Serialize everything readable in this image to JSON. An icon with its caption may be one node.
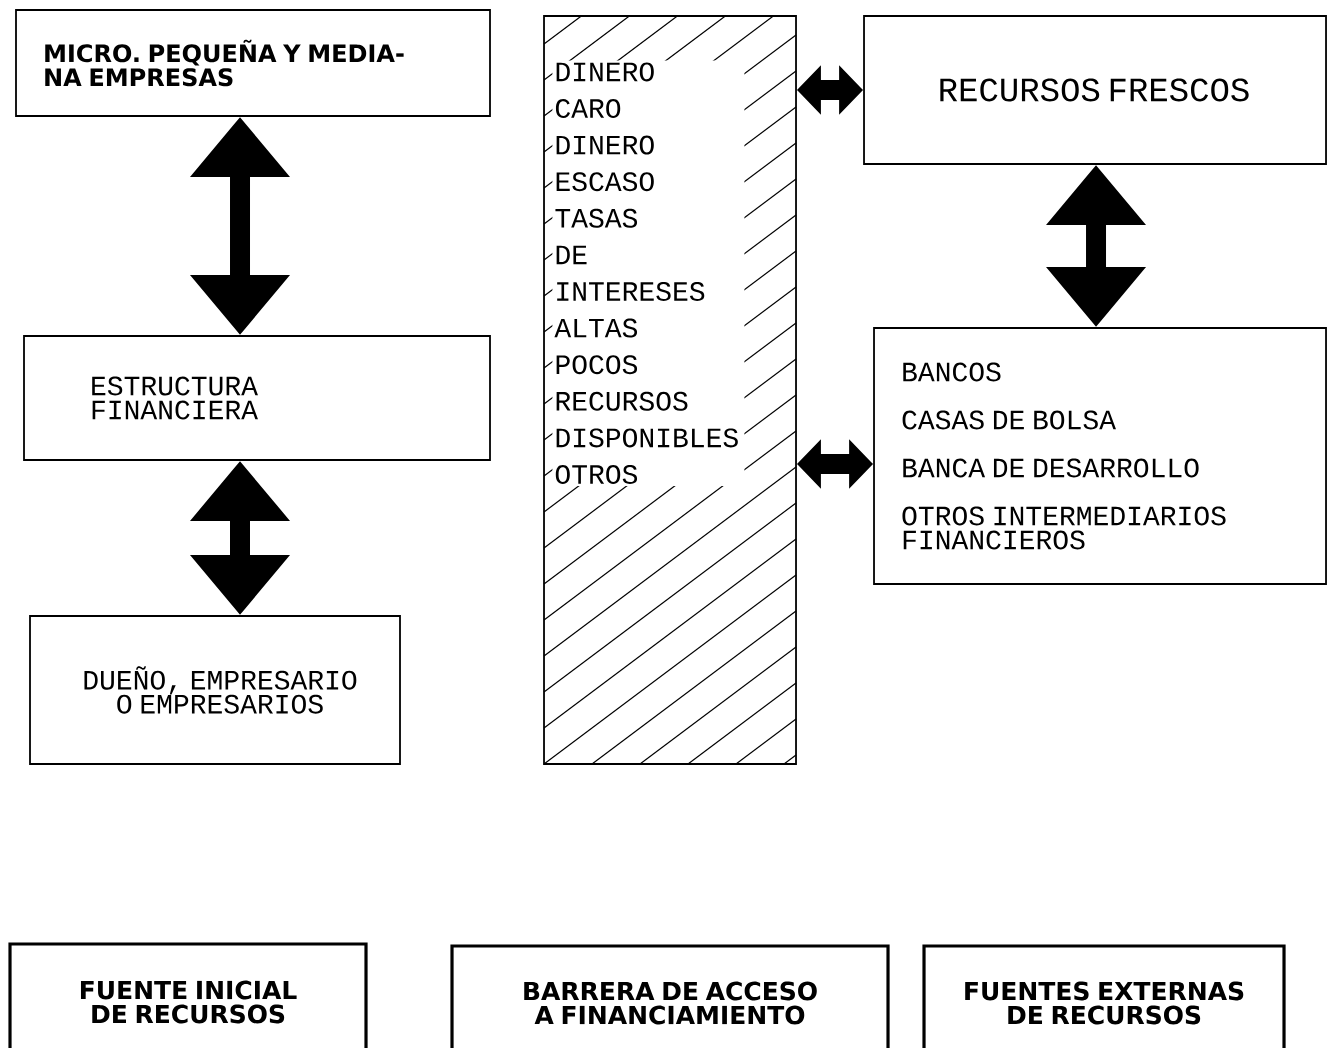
{
  "diagram": {
    "nodes": [
      {
        "text": [
          "MICRO. PEQUEÑA Y MEDIA- NA EMPRESAS"
        ]
      },
      {
        "text": [
          "ESTRUCTURA FINANCIERA"
        ]
      },
      {
        "text": [
          "DUEÑO, EMPRESARIO O EMPRESARIOS"
        ]
      },
      {
        "text": [
          "DINERO CARO DINERO ESCASO TASAS DE INTERESES ALTAS POCOS RECURSOS DISPONIBLES OTROS"
        ]
      },
      {
        "text": [
          "RECURSOS FRESCOS"
        ]
      },
      {
        "text": [
          "BANCOS",
          "CASAS DE BOLSA",
          "BANCA DE DESARROLLO",
          "OTROS INTERMEDIARIOS",
          "FINANCIEROS"
        ]
      },
      {
        "text": [
          "FUENTE INICIAL DE RECURSOS"
        ]
      },
      {
        "text": [
          "BARRERA DE ACCESO A FINANCIAMIENTO"
        ]
      },
      {
        "text": [
          "FUENTES EXTERNAS DE RECURSOS"
        ]
      }
    ],
    "edges": [
      {
        "from": 0,
        "to": 1,
        "arrow": "both"
      },
      {
        "from": 1,
        "to": 2,
        "arrow": "both"
      },
      {
        "from": 3,
        "to": 4,
        "arrow": "both"
      },
      {
        "from": 4,
        "to": 5,
        "arrow": "both"
      },
      {
        "from": 3,
        "to": 5,
        "arrow": "both"
      }
    ]
  }
}
